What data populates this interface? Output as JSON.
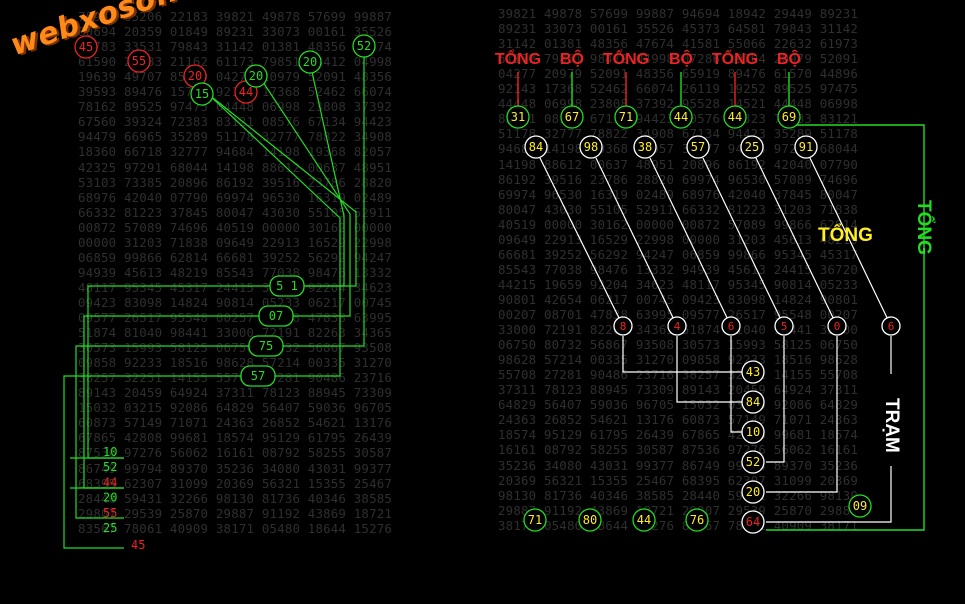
{
  "logo": {
    "text": "webxoso.net",
    "color": "#ff8a1a"
  },
  "left_grid_rows": [
    "78953 65206 22183 39821 49878 57699 99887",
    "80694 20359 01849 89231 33073 00161 35526",
    "45783 33531 79843 31142 01381 48356 47674",
    "61590 20583 21162 61173 79851 98412 04998",
    "19639 49707 85889 04277 20979 52091 48356",
    "39593 89476 15711 92143 17368 52462 66074",
    "78162 89525 97475 04448 06998 23808 37392",
    "67560 39324 72383 83121 08576 67134 94423",
    "94479 66965 35289 51178 32777 78822 34908",
    "18360 66718 32777 94684 14198 19368 82057",
    "42325 97291 68044 14198 88612 00637 48951",
    "53103 73385 20896 86192 39516 23786 28820",
    "68976 42040 07790 69974 96530 16319 02489",
    "66332 81223 37845 80047 43030 55105 52911",
    "00872 57089 74696 40519 00000 30162 00000",
    "00000 31203 71838 09649 22913 16529 22998",
    "06859 99866 62814 66681 39252 56292 94247",
    "94939 45613 48219 85543 77038 98476 13332",
    "48117 95345 45317 24415 36720 92204 34623",
    "09423 83098 14824 90814 05233 06217 00745",
    "09577 26517 95548 00257 89378 47838 63995",
    "51874 81040 98441 33000 72191 82263 34365",
    "30573 15993 58125 06750 80732 56867 93508",
    "09858 92233 18516 98628 57214 00335 31270",
    "38257 32251 14155 55708 27281 90486 23716",
    "89143 20459 64924 37311 78123 88945 73309",
    "15032 03215 92086 64829 56407 59036 96705",
    "60873 57149 71071 24363 26852 54621 13176",
    "67865 42808 99681 18574 95129 61795 26439",
    "87536 97276 56062 16161 08792 58255 30587",
    "86749 99794 89370 35236 34080 43031 99377",
    "68395 62307 31099 20369 56321 15355 25467",
    "28440 59431 32266 98130 81736 40346 38585",
    "29807 29539 25870 29887 91192 43869 18721",
    "83567 78061 40909 38171 05480 18644 15276"
  ],
  "right_grid_rows": [
    "39821 49878 57699 99887 94694 18942 29449 89231",
    "89231 33073 00161 35526 45373 64581 79843 31142",
    "31142 01381 48356 47674 41581 55066 22632 61973",
    "61173 79851 98412 04998 07286 19704 20979 52091",
    "04277 20979 52091 48356 65919 89476 61570 44896",
    "92143 17368 52462 66074 26119 19252 89525 97475",
    "44448 06998 23808 37392 95528 14521 44448 06998",
    "83121 08576 67134 94423 80576 71323 72383 83121",
    "51178 32777 78822 34908 67134 94423 35289 51178",
    "94684 14198 19368 82057 32777 94684 97291 68044",
    "14198 88612 00637 48951 20896 86192 42040 07790",
    "86192 39516 23786 28820 69974 96530 57089 74696",
    "69974 96530 16319 02489 68976 42040 37845 80047",
    "80047 43030 55105 52911 66332 81223 31203 71838",
    "40519 00000 30162 00000 00872 57089 99866 62814",
    "09649 22913 16529 22998 00000 31203 45613 48219",
    "66681 39252 56292 94247 06859 99866 95345 45317",
    "85543 77038 98476 13332 94939 45613 24415 36720",
    "44215 19659 92204 34623 48117 95345 90814 05233",
    "90801 42654 06217 00745 09423 83098 14824 90801",
    "00207 08701 47838 63995 09577 26517 95548 00207",
    "33000 72191 82263 34365 51874 81040 98441 33000",
    "06750 80732 56867 93508 30573 15993 58125 06750",
    "98628 57214 00335 31270 09858 92233 18516 98628",
    "55708 27281 90486 23716 38257 32251 14155 55708",
    "37311 78123 88945 73309 89143 20459 64924 37311",
    "64829 56407 59036 96705 15032 03215 92086 64829",
    "24363 26852 54621 13176 60873 57149 71071 24363",
    "18574 95129 61795 26439 67865 42808 99681 18574",
    "16161 08792 58255 30587 87536 97276 56062 16161",
    "35236 34080 43031 99377 86749 99794 89370 35236",
    "20369 56321 15355 25467 68395 62307 31099 20369",
    "98130 81736 40346 38585 28440 59431 32266 98130",
    "29887 91192 43869 18721 29807 29539 25870 29887",
    "38171 05480 18644 15276 83567 78061 40909 38171"
  ],
  "left_markers": {
    "red_circles": [
      "45",
      "55",
      "20",
      "44"
    ],
    "green_circles": [
      "15",
      "20",
      "20",
      "52"
    ],
    "pills": [
      "5 1",
      "07",
      "75",
      "57"
    ],
    "bottom_list": [
      {
        "text": "10",
        "color": "#22dd22"
      },
      {
        "text": "52",
        "color": "#22dd22"
      },
      {
        "text": "44",
        "color": "#ee2222"
      },
      {
        "text": "20",
        "color": "#22dd22"
      },
      {
        "text": "55",
        "color": "#ee2222"
      },
      {
        "text": "25",
        "color": "#22dd22"
      }
    ],
    "extra_label": "45"
  },
  "right_markers": {
    "top_labels": [
      {
        "text": "TỔNG",
        "color": "#ee2222"
      },
      {
        "text": "BỘ",
        "color": "#ee2222"
      },
      {
        "text": "TỔNG",
        "color": "#ee2222"
      },
      {
        "text": "BỘ",
        "color": "#ee2222"
      },
      {
        "text": "TỔNG",
        "color": "#ee2222"
      },
      {
        "text": "BỘ",
        "color": "#ee2222"
      }
    ],
    "top_circles": [
      "31",
      "67",
      "71",
      "44",
      "44",
      "69"
    ],
    "white_circles": [
      "84",
      "98",
      "38",
      "57",
      "25",
      "91"
    ],
    "red_dots": [
      "8",
      "4",
      "6",
      "5",
      "0",
      "6"
    ],
    "yellow_list": [
      "43",
      "84",
      "10",
      "52",
      "20",
      "64"
    ],
    "bottom_circles": [
      "71",
      "80",
      "44",
      "76"
    ],
    "side_circle": "09",
    "label_tong_yellow": "TỔNG",
    "label_tong_green": "TỔNG",
    "label_tram": "TRẠM"
  }
}
